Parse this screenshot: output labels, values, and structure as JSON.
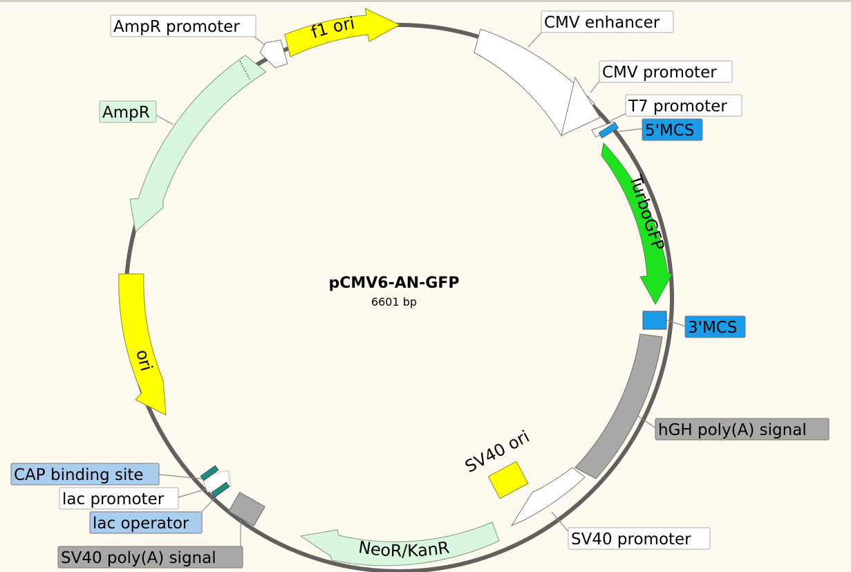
{
  "plasmid": {
    "name": "pCMV6-AN-GFP",
    "length_label": "6601 bp"
  },
  "colors": {
    "background": "#fffaef",
    "backbone": "#606060",
    "promoter": "#ffffff",
    "origin": "#ffff00",
    "resistance": "#d9f7df",
    "reporter": "#1fe31f",
    "mcs": "#1a9ce8",
    "polyA": "#a8a8a8",
    "protein_bind": "#1a8f80"
  },
  "features": {
    "f1_ori": "f1 ori",
    "turbogfp": "TurboGFP",
    "ori": "ori",
    "neor_kanr": "NeoR/KanR",
    "sv40_ori": "SV40 ori"
  },
  "labels": {
    "ampr_promoter": "AmpR promoter",
    "cmv_enhancer": "CMV enhancer",
    "cmv_promoter": "CMV promoter",
    "t7_promoter": "T7 promoter",
    "mcs5": "5'MCS",
    "ampr": "AmpR",
    "mcs3": "3'MCS",
    "hgh_polya": "hGH poly(A) signal",
    "cap_binding": "CAP binding site",
    "lac_promoter": "lac promoter",
    "lac_operator": "lac operator",
    "sv40_promoter": "SV40 promoter",
    "sv40_polya": "SV40 poly(A) signal"
  }
}
